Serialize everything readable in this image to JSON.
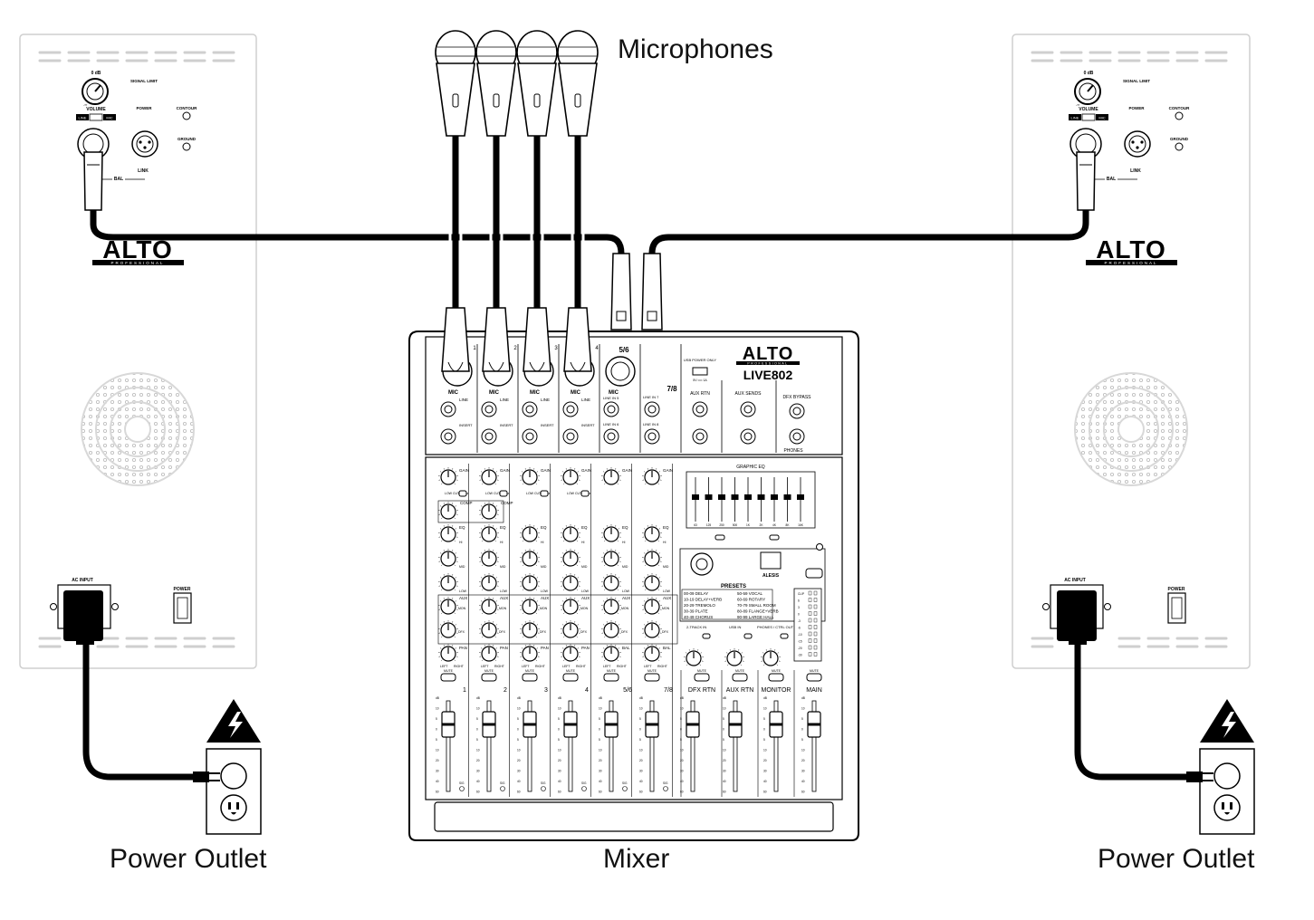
{
  "labels": {
    "microphones": "Microphones",
    "mixer": "Mixer",
    "outlet_left": "Power Outlet",
    "outlet_right": "Power Outlet"
  },
  "speaker": {
    "brand": "ALTO",
    "brand_sub": "PROFESSIONAL",
    "volume": "VOLUME",
    "zero_db": "0 dB",
    "minus_inf": "-∞",
    "line": "LINE",
    "mic": "MIC",
    "signal_limit": "SIGNAL LIMIT",
    "power": "POWER",
    "contour": "CONTOUR",
    "ground": "GROUND",
    "link": "LINK",
    "bal": "BAL",
    "ac_input": "AC INPUT",
    "power_switch": "POWER"
  },
  "mixer": {
    "brand": "ALTO",
    "brand_sub": "PROFESSIONAL",
    "model": "LIVE802",
    "channel_numbers": [
      "1",
      "2",
      "3",
      "4",
      "5/6",
      "7/8"
    ],
    "input_mic": "MIC",
    "input_line": "LINE",
    "input_insert": "INSERT",
    "line_in_5": "LINE IN 5",
    "line_in_6": "LINE IN 6",
    "line_in_7": "LINE IN 7",
    "line_in_8": "LINE IN 8",
    "usb": "USB POWER ONLY",
    "usb_spec": "5V ══ 1A",
    "aux_rtn": "AUX RTN",
    "aux_sends": "AUX SENDS",
    "dfx_bypass": "DFX BYPASS",
    "phones": "PHONES",
    "gain": "GAIN",
    "low_cut": "LOW CUT 75 Hz",
    "comp": "COMP",
    "eq": "EQ",
    "hi": "HI",
    "mid": "MID",
    "low": "LOW",
    "aux": "AUX",
    "mon": "MON",
    "dfx": "DFX",
    "pan": "PAN",
    "bal": "BAL",
    "left": "LEFT",
    "right": "RIGHT",
    "mute": "MUTE",
    "graphic_eq": "GRAPHIC EQ",
    "eq_freqs": [
      "63",
      "125",
      "250",
      "500",
      "1K",
      "2K",
      "4K",
      "8K",
      "16K"
    ],
    "presets_title": "PRESETS",
    "presets_left": [
      "00-09 DELAY",
      "10-19 DELAY+VERB",
      "20-29 TREMOLO",
      "30-39 PLATE",
      "40-49 CHORUS"
    ],
    "presets_right": [
      "50-59 VOCAL",
      "60-69 ROTARY",
      "70-79 SMALL ROOM",
      "80-89 FLANGE+VERB",
      "90-99 LARGE HALL"
    ],
    "alesis": "ALESIS",
    "two_track_in": "2-TRACK IN",
    "usb_in": "USB IN",
    "phones_ctrl": "PHONES / CTRL OUT",
    "bus_labels": [
      "DFX RTN",
      "AUX RTN",
      "MONITOR",
      "MAIN"
    ],
    "meter_labels": [
      "CLIP",
      "6",
      "3",
      "0",
      "-3",
      "-6",
      "-10",
      "-15",
      "-20",
      "-30"
    ],
    "fader_db": [
      "dB",
      "10",
      "5",
      "0",
      "5",
      "10",
      "20",
      "30",
      "40",
      "60"
    ],
    "sig": "SIG"
  }
}
